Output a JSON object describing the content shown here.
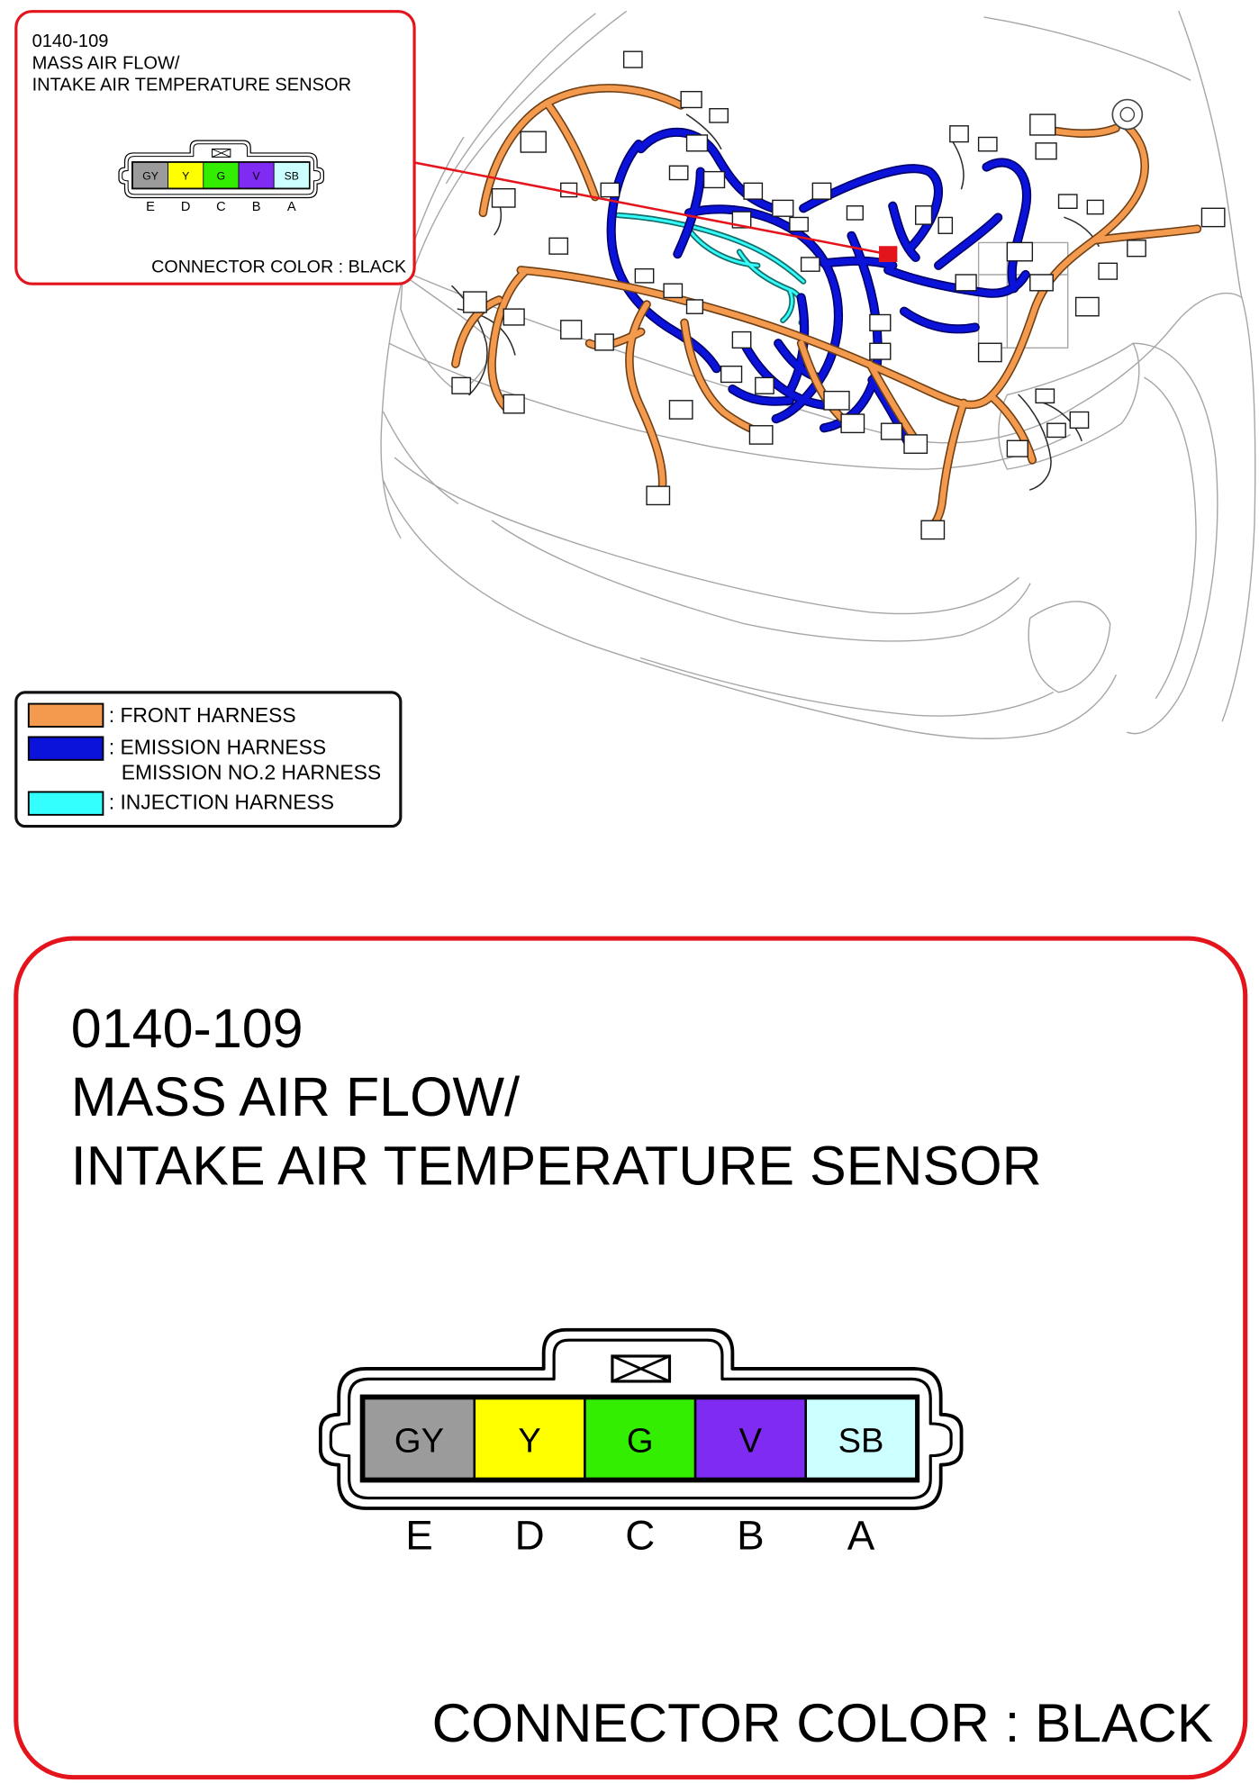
{
  "connector": {
    "code": "0140-109",
    "name_line1": "MASS AIR FLOW/",
    "name_line2": "INTAKE AIR TEMPERATURE SENSOR",
    "color_label": "CONNECTOR COLOR : BLACK",
    "pins": [
      {
        "label": "GY",
        "terminal": "E",
        "color": "#9B9B9B"
      },
      {
        "label": "Y",
        "terminal": "D",
        "color": "#FFFF00"
      },
      {
        "label": "G",
        "terminal": "C",
        "color": "#33EE00"
      },
      {
        "label": "V",
        "terminal": "B",
        "color": "#7F2BF2"
      },
      {
        "label": "SB",
        "terminal": "A",
        "color": "#CCFFFF"
      }
    ]
  },
  "legend": {
    "items": [
      {
        "lines": [
          ": FRONT HARNESS"
        ],
        "color": "#F39A4E"
      },
      {
        "lines": [
          ": EMISSION HARNESS",
          "EMISSION NO.2 HARNESS"
        ],
        "color": "#0B12D9"
      },
      {
        "lines": [
          ": INJECTION HARNESS"
        ],
        "color": "#33FFFF"
      }
    ]
  },
  "colors": {
    "callout_border": "#E3141B",
    "location_marker": "#E3141B"
  }
}
